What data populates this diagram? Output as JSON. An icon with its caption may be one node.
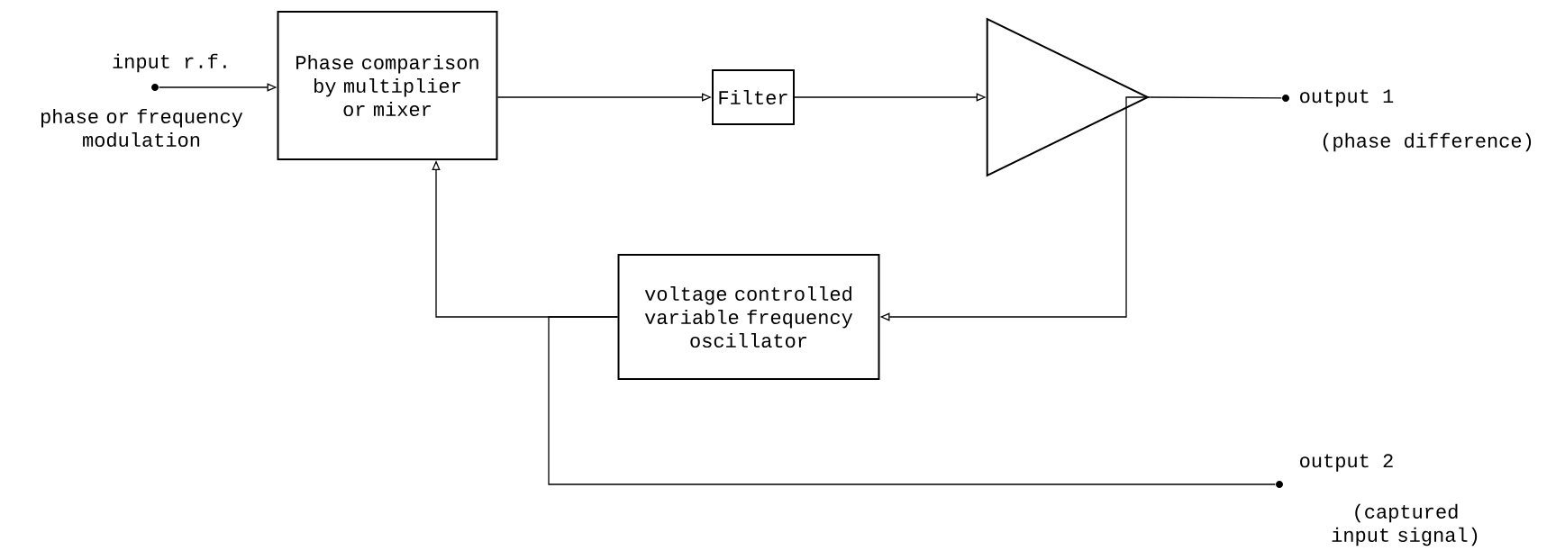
{
  "diagram": {
    "nodes": [
      {
        "text": [],
        "shape": "circle",
        "beside": [
          "input r.f.",
          "phase or frequency modulation"
        ]
      },
      {
        "text": [
          "Phase comparison by multiplier or mixer"
        ]
      },
      {
        "text": [
          "Filter"
        ]
      },
      {
        "text": [],
        "shape": "triangle"
      },
      {
        "text": [],
        "shape": "circle",
        "beside": [
          "output 1",
          "(phase difference)"
        ]
      },
      {
        "text": [
          "voltage controlled variable frequency oscillator"
        ]
      },
      {
        "text": [],
        "shape": "circle",
        "beside": [
          "output 2",
          "(captured input signal)"
        ]
      }
    ],
    "edges": [
      {
        "from": 0,
        "to": 1,
        "arrow": "to"
      },
      {
        "from": 1,
        "to": 2,
        "arrow": "to"
      },
      {
        "from": 2,
        "to": 3,
        "arrow": "to"
      },
      {
        "from": 3,
        "to": 4,
        "arrow": "none"
      },
      {
        "from": 3,
        "to": 5,
        "arrow": "to"
      },
      {
        "from": 5,
        "to": 1,
        "arrow": "to"
      },
      {
        "from": 5,
        "to": 6,
        "arrow": "none"
      }
    ]
  }
}
